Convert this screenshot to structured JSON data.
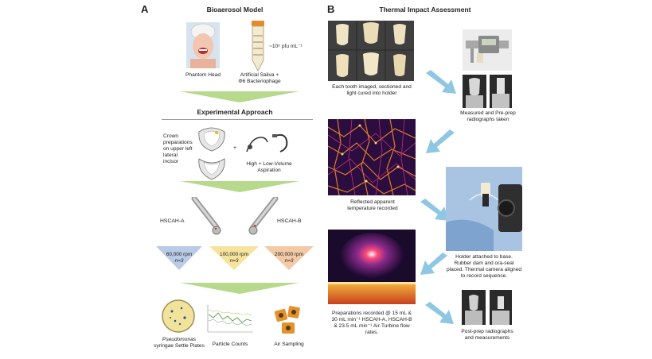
{
  "panelA": {
    "letter": "A",
    "bioaerosol_title": "Bioaerosol Model",
    "phantom_caption": "Phantom Head",
    "concentration": "~10⁹ pfu mL⁻¹",
    "saliva_caption_1": "Artificial Saliva +",
    "saliva_caption_2": "Φ6 Bacteriophage",
    "experimental_title": "Experimental Approach",
    "crown_text": [
      "Crown",
      "preparations",
      "on upper left",
      "lateral",
      "incisor"
    ],
    "plus": "+",
    "aspiration_1": "High + Low-Volume",
    "aspiration_2": "Aspiration",
    "handpiece_a": "HSCAH-A",
    "handpiece_b": "HSCAH-B",
    "speeds": [
      {
        "rpm": "60,000 rpm",
        "n": "n=3",
        "color": "#b9cbe6"
      },
      {
        "rpm": "100,000 rpm",
        "n": "n=3",
        "color": "#f6e39c"
      },
      {
        "rpm": "200,000 rpm",
        "n": "n=3",
        "color": "#f3c9a6"
      }
    ],
    "plates_caption_1": "Pseudomonas",
    "plates_caption_2": "syringae Settle Plates",
    "particle_caption": "Particle Counts",
    "air_caption": "Air Sampling"
  },
  "panelB": {
    "letter": "B",
    "title": "Thermal Impact Assessment",
    "step1": [
      "Each tooth imaged, sectioned and",
      "light cured into holder"
    ],
    "step2": [
      "Measured and Pre-prep",
      "radiographs taken"
    ],
    "step3": [
      "Reflected apparent",
      "temperature recorded"
    ],
    "step4": [
      "Holder attached to base.",
      "Rubber dam and ora-seal",
      "placed. Thermal camera aligned",
      "to record sequence."
    ],
    "step5": [
      "Preparations recorded @ 15 mL &",
      "30 mL min⁻¹ HSCAH-A, HSCAH-B",
      "& 23.5 mL min⁻¹ Air-Turbine flow",
      "rates."
    ],
    "step6": [
      "Post-prep radiographs",
      "and measurements"
    ]
  },
  "colors": {
    "chevron_green": "#b7d98c",
    "arrow_blue": "#8fc7e3",
    "divider": "#9a9a9a"
  }
}
